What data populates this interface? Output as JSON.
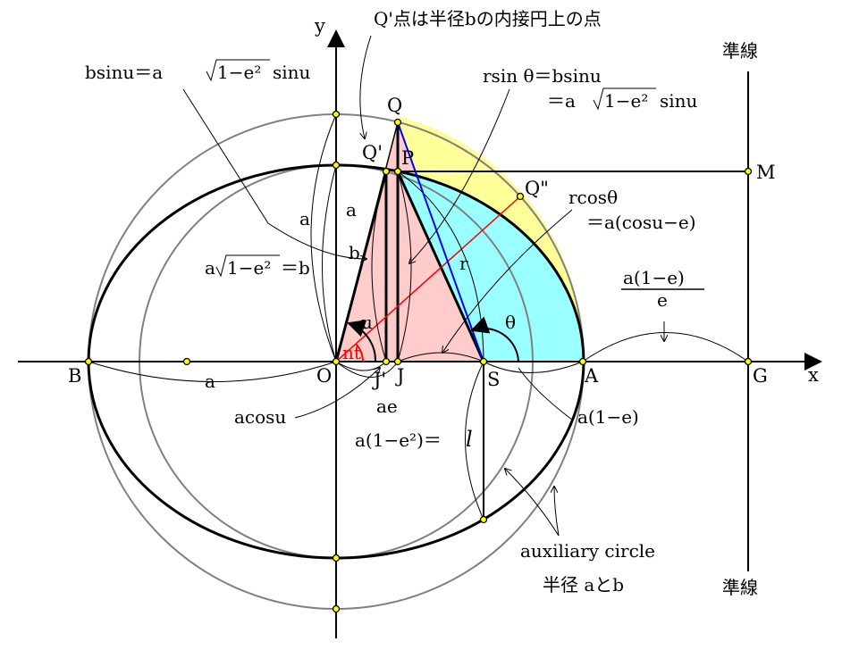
{
  "title_note": "Q'点は半径bの内接円上の点",
  "colors": {
    "yellow_region": "#ffff99",
    "cyan_region": "#99ffff",
    "pink_region": "#ffcccc",
    "red_line": "#ff0000",
    "blue_line": "#0000ff",
    "circle": "#808080",
    "point": "#ffff00"
  },
  "axes": {
    "x": "x",
    "y": "y"
  },
  "points": {
    "O": "O",
    "A": "A",
    "B": "B",
    "S": "S",
    "G": "G",
    "M": "M",
    "J": "J",
    "Jp": "J'",
    "Q": "Q",
    "Qp": "Q'",
    "Qpp": "Q\"",
    "P": "P"
  },
  "directrix": {
    "top": "準線",
    "bottom": "準線"
  },
  "formulas": {
    "bsinu_lhs": "bsinu＝a",
    "bsinu_root": "1−e²",
    "bsinu_rhs": "sinu",
    "rsin_line1": "rsin θ＝bsinu",
    "rsin_line2_a": "＝a",
    "rsin_line2_root": "1−e²",
    "rsin_line2_rhs": "sinu",
    "rcos_line1": "rcosθ",
    "rcos_line2": "＝a(cosu−e)",
    "b_def_a": "a",
    "b_def_root": "1−e²",
    "b_def_rhs": "＝b",
    "dir_num": "a(1−e)",
    "dir_den": "e",
    "a_left": "a",
    "a_upper1": "a",
    "a_upper2": "a",
    "b_label": "b",
    "r_label": "r",
    "u_label": "u",
    "theta_label": "θ",
    "nt_label": "nt",
    "acosu": "acosu",
    "ae": "ae",
    "latus": "a(1−e²)＝",
    "latus_l": "l",
    "a1e": "a(1−e)"
  },
  "legend": {
    "aux": "auxiliary circle",
    "radius": "半径 aとb"
  }
}
